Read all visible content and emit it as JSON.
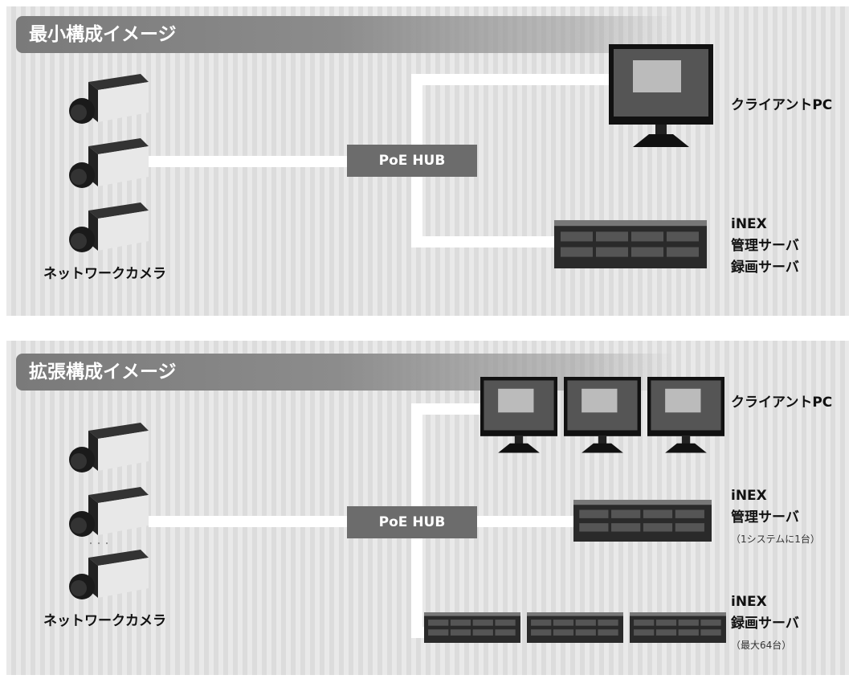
{
  "minimal": {
    "title": "最小構成イメージ",
    "hub": "PoE HUB",
    "camera_label": "ネットワークカメラ",
    "client_label": "クライアントPC",
    "server_label": [
      "iNEX",
      "管理サーバ",
      "録画サーバ"
    ]
  },
  "extended": {
    "title": "拡張構成イメージ",
    "hub": "PoE HUB",
    "camera_label": "ネットワークカメラ",
    "ellipsis": "・・・",
    "client_label": "クライアントPC",
    "mgmt_label": [
      "iNEX",
      "管理サーバ",
      "（1システムに1台）"
    ],
    "rec_label": [
      "iNEX",
      "録画サーバ",
      "（最大64台）"
    ]
  }
}
